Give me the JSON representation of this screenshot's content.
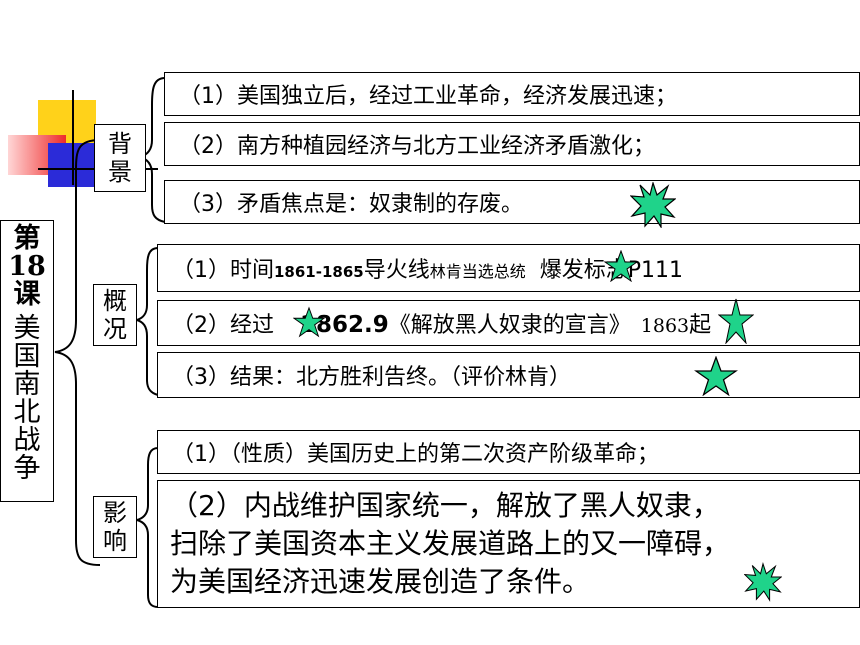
{
  "title": {
    "chars": [
      "第",
      "18",
      "课",
      " ",
      "美",
      "国",
      "南",
      "北",
      "战",
      "争"
    ]
  },
  "sections": {
    "background": {
      "label": [
        "背",
        "景"
      ],
      "items": [
        "（1）美国独立后，经过工业革命，经济发展迅速；",
        "（2）南方种植园经济与北方工业经济矛盾激化；",
        "（3）矛盾焦点是：奴隶制的存废。"
      ]
    },
    "overview": {
      "label": [
        "概",
        "况"
      ],
      "item1": {
        "a": "（1）时间",
        "b": "1861-1865",
        "c": "导火线",
        "d": "林肯当选总统",
        "e": "爆发标志P111"
      },
      "item2": {
        "a": "（2）经过",
        "b": "1862.9",
        "c": "《解放黑人奴隶的宣言》",
        "d": "1863",
        "e": "起"
      },
      "item3": "（3）结果：北方胜利告终。（评价林肯）"
    },
    "impact": {
      "label": [
        "影",
        "响"
      ],
      "item1": "（1）（性质）美国历史上的第二次资产阶级革命；",
      "item2": [
        "（2）内战维护国家统一，解放了黑人奴隶，",
        "扫除了美国资本主义发展道路上的又一障碍，",
        "为美国经济迅速发展创造了条件。"
      ]
    }
  },
  "colors": {
    "star_fill": "#1fd38a",
    "deco_yellow": "#ffd21a",
    "deco_red": "#ee2b2b",
    "deco_blue": "#2b2bd8"
  },
  "icons": [
    "star-icon",
    "burst-icon"
  ]
}
